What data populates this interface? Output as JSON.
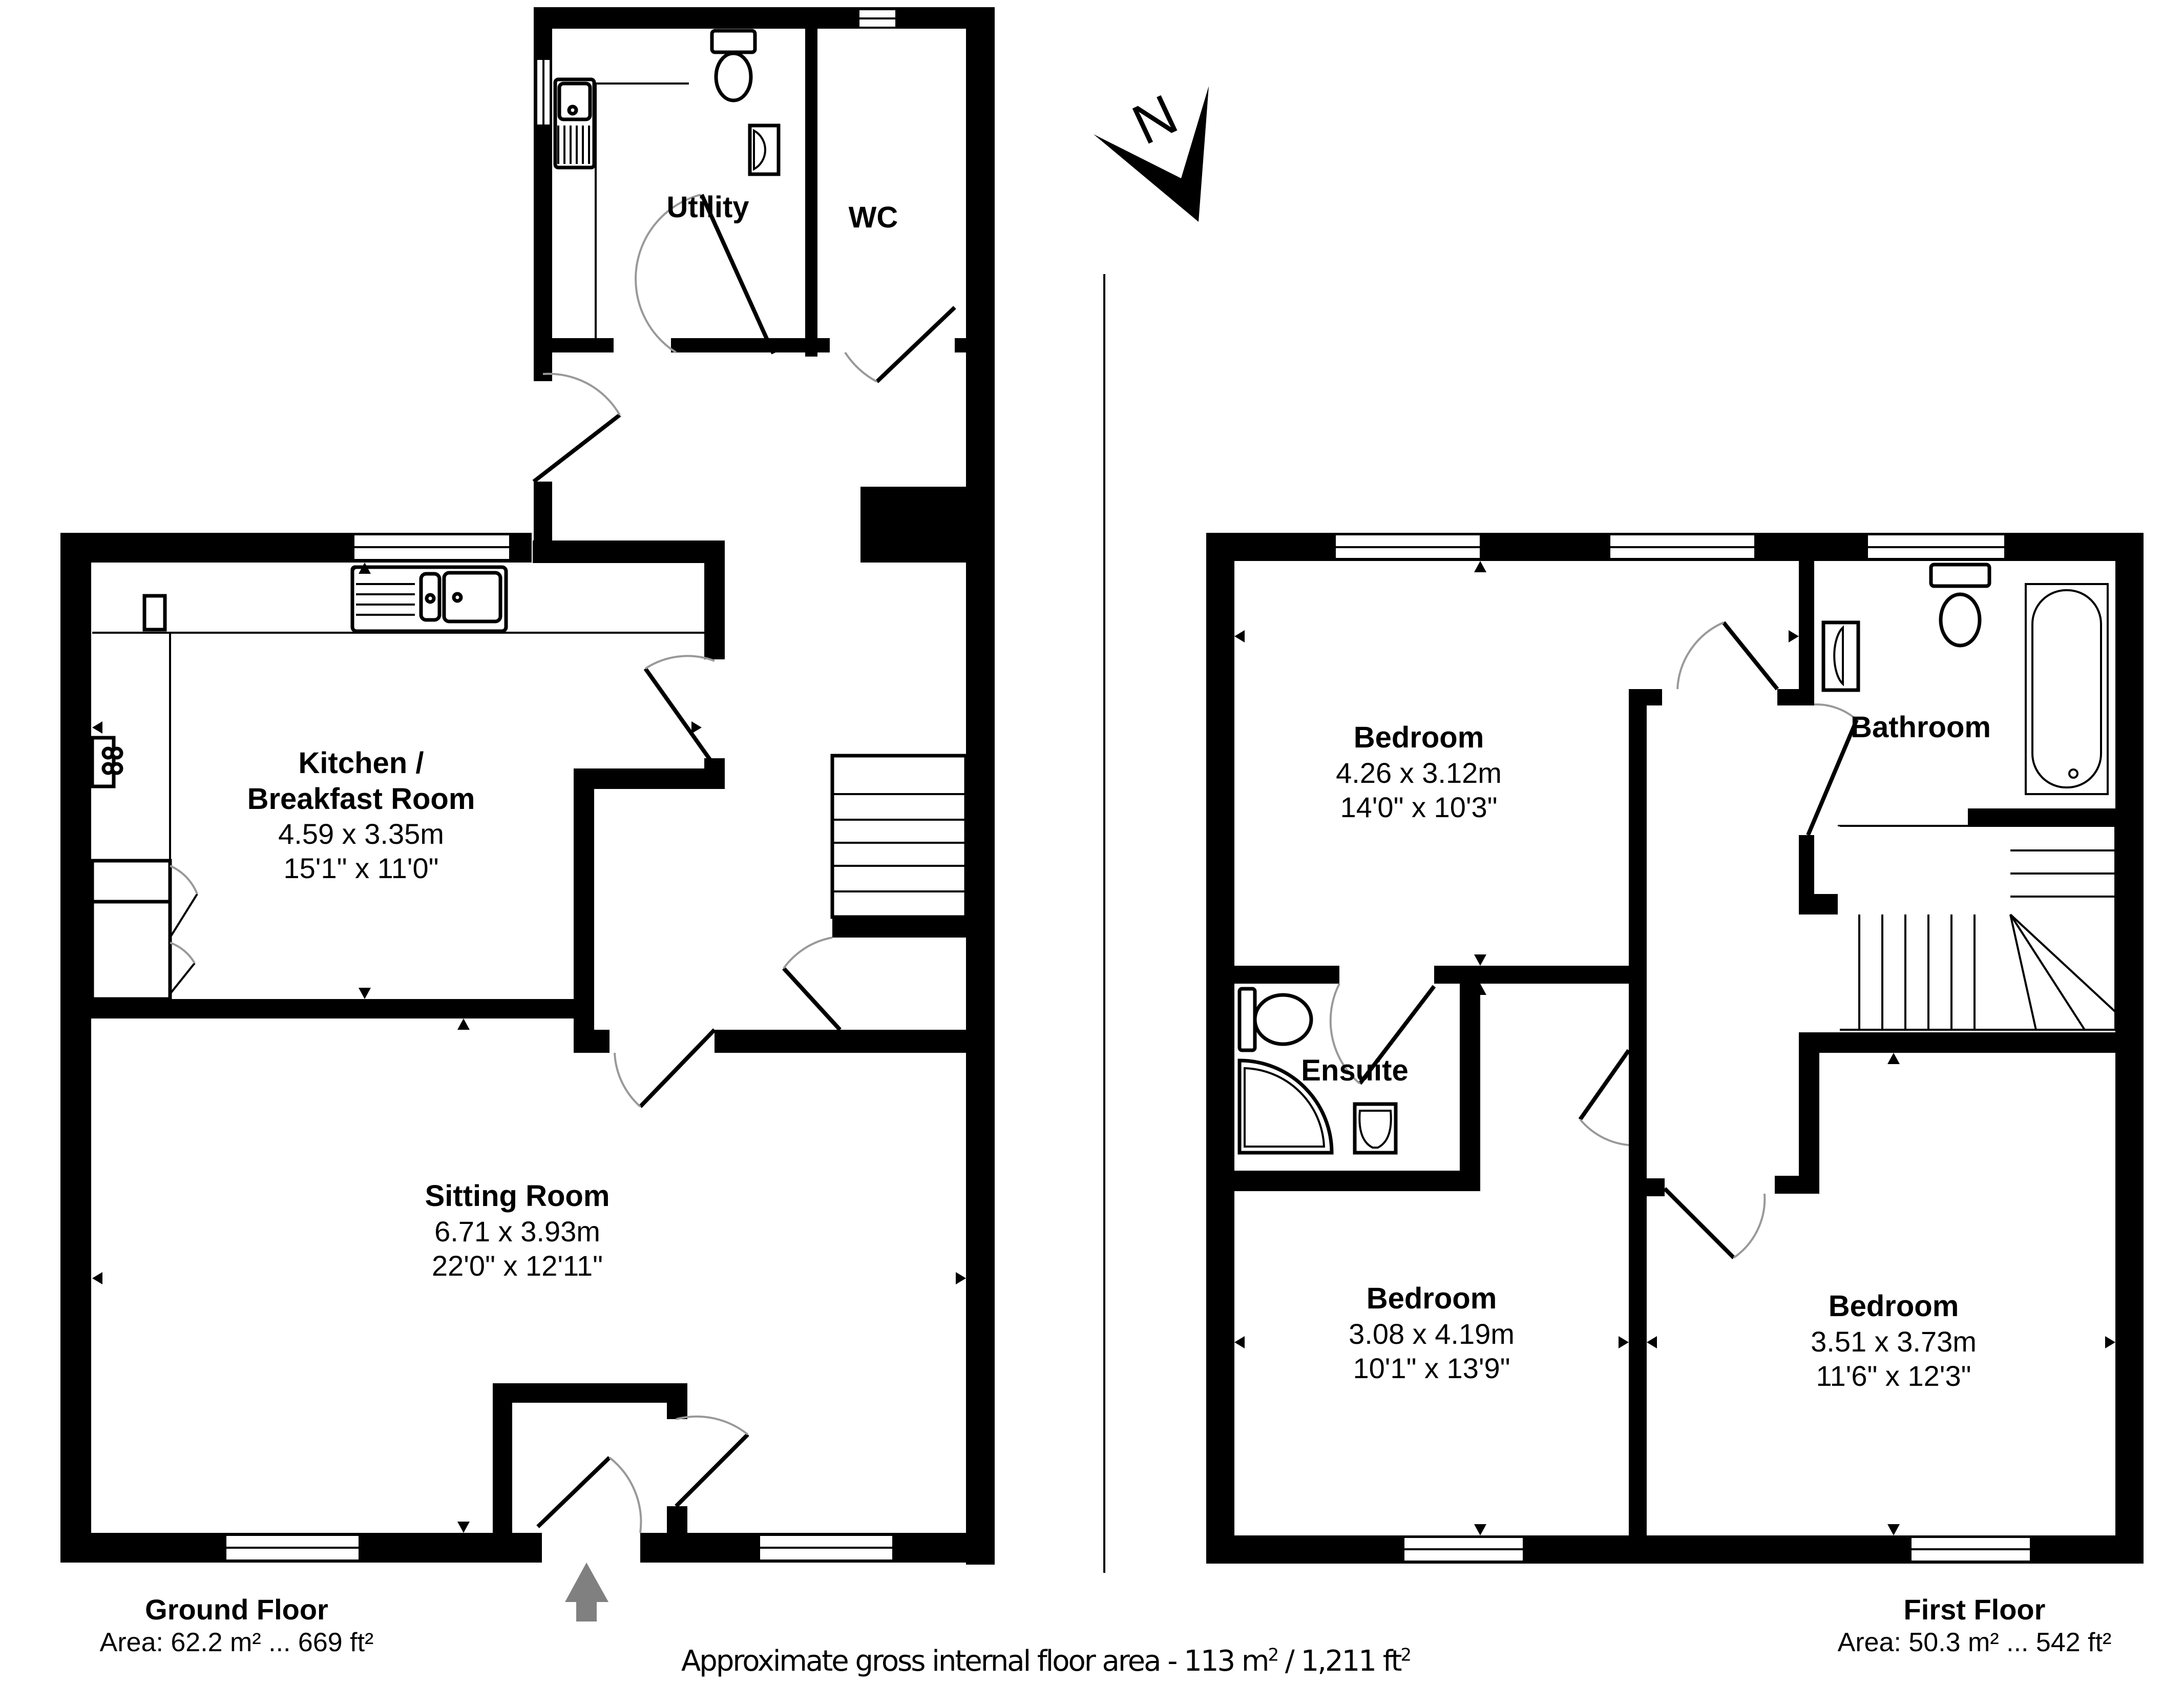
{
  "ground_floor": {
    "title": "Ground Floor",
    "area": "Area: 62.2 m² ... 669 ft²",
    "rooms": [
      {
        "name": "Utility",
        "dims_m": "",
        "dims_ft": ""
      },
      {
        "name": "WC",
        "dims_m": "",
        "dims_ft": ""
      },
      {
        "name": "Kitchen /",
        "name_line2": "Breakfast Room",
        "dims_m": "4.59 x 3.35m",
        "dims_ft": "15'1\" x 11'0\""
      },
      {
        "name": "Sitting Room",
        "dims_m": "6.71 x 3.93m",
        "dims_ft": "22'0\" x 12'11\""
      }
    ]
  },
  "first_floor": {
    "title": "First Floor",
    "area": "Area: 50.3 m² ... 542 ft²",
    "rooms": [
      {
        "name": "Bedroom",
        "dims_m": "4.26 x 3.12m",
        "dims_ft": "14'0\" x 10'3\""
      },
      {
        "name": "Bathroom",
        "dims_m": "",
        "dims_ft": ""
      },
      {
        "name": "Ensuite",
        "dims_m": "",
        "dims_ft": ""
      },
      {
        "name": "Bedroom",
        "dims_m": "3.08 x 4.19m",
        "dims_ft": "10'1\" x 13'9\""
      },
      {
        "name": "Bedroom",
        "dims_m": "3.51 x 3.73m",
        "dims_ft": "11'6\" x 12'3\""
      }
    ]
  },
  "gross_area": {
    "prefix": "Approximate gross internal floor area  -  113 m",
    "sq1": "2",
    "mid": " /  1,211 ft",
    "sq2": "2"
  },
  "compass": {
    "letter": "N"
  },
  "colors": {
    "walls": "#000000",
    "background": "#ffffff",
    "entrance_arrow": "#808080",
    "door_arc": "#999999"
  }
}
